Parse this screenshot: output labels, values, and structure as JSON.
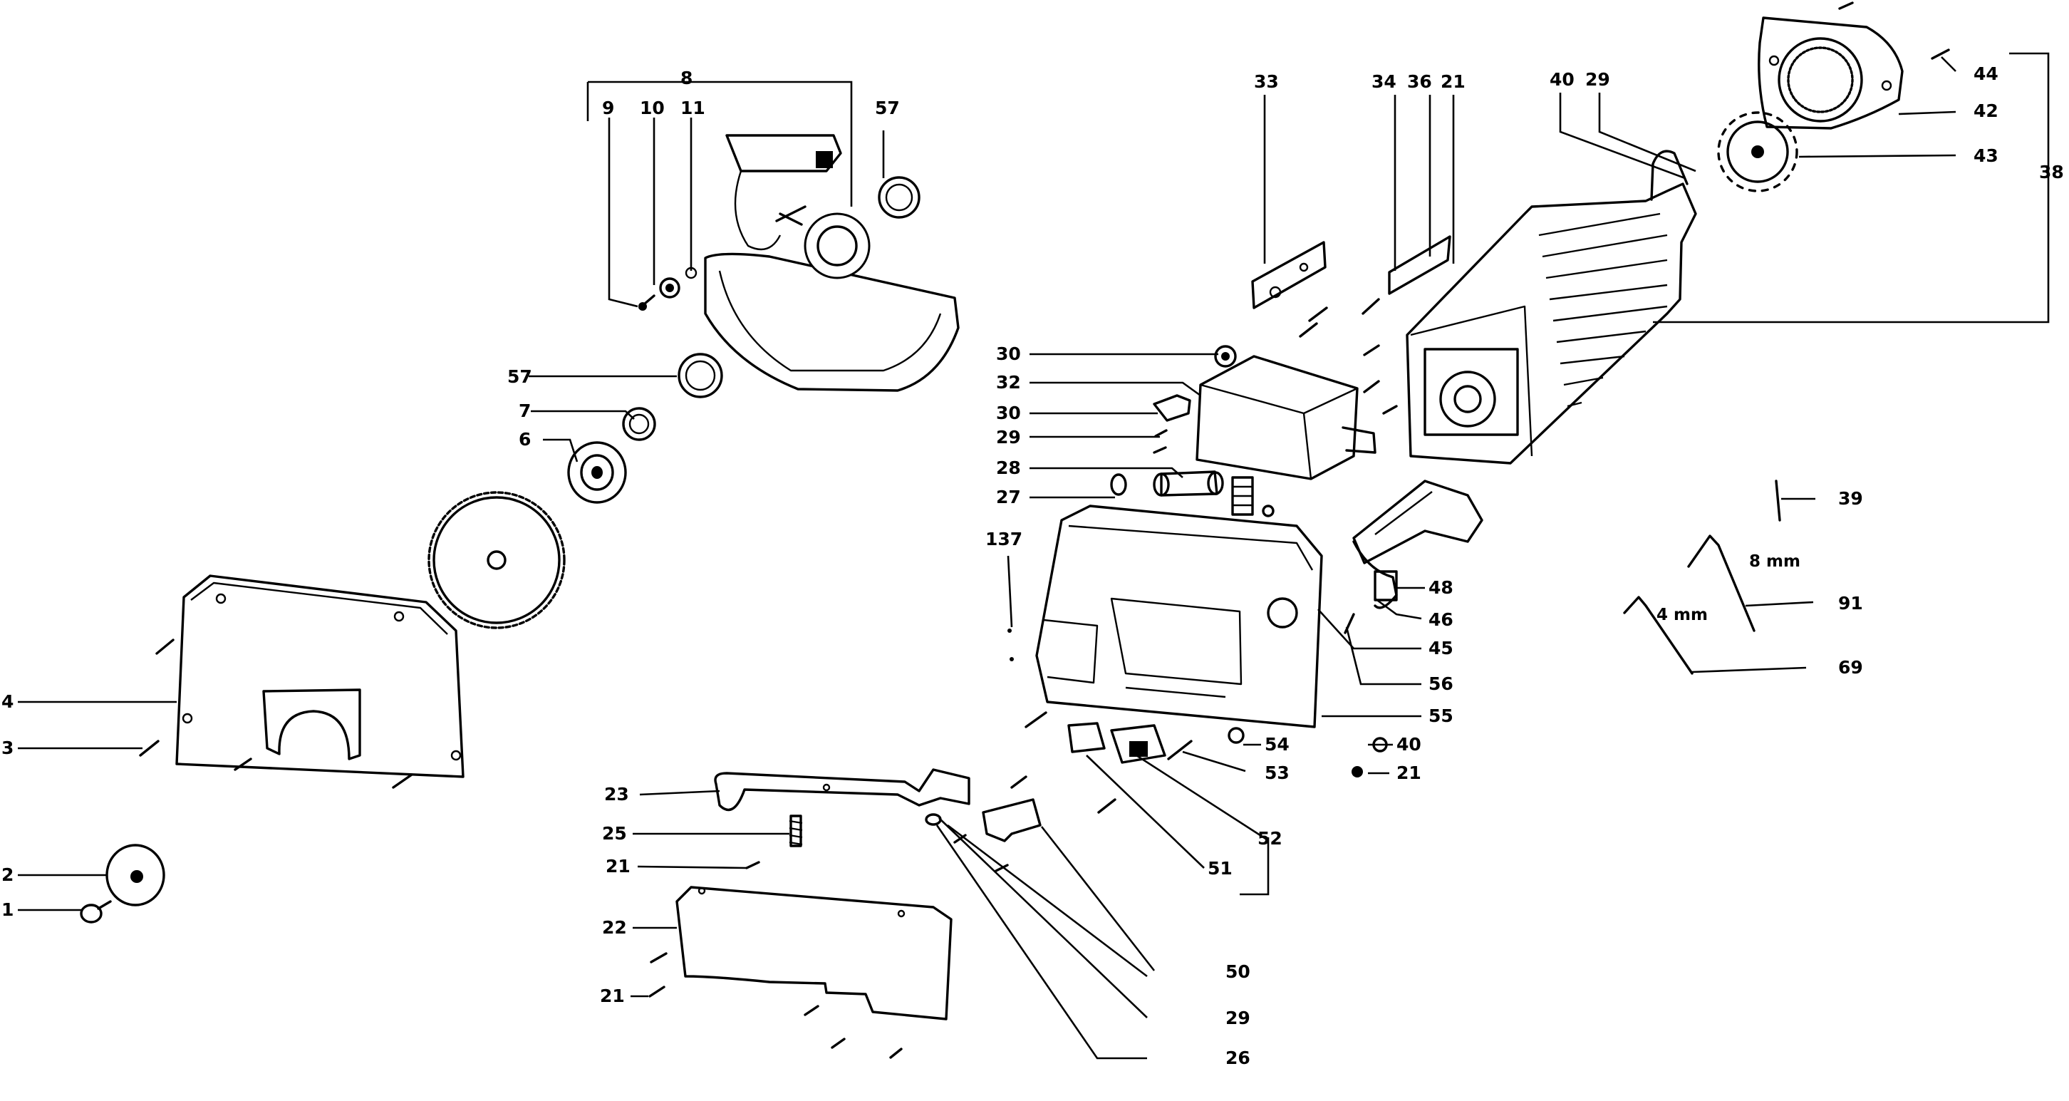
{
  "labels": {
    "l1": "1",
    "l2": "2",
    "l3": "3",
    "l4": "4",
    "l6": "6",
    "l7": "7",
    "l8": "8",
    "l9": "9",
    "l10": "10",
    "l11": "11",
    "l57a": "57",
    "l57b": "57",
    "l21a": "21",
    "l21b": "21",
    "l21c": "21",
    "l21d": "21",
    "l22": "22",
    "l23": "23",
    "l25": "25",
    "l26": "26",
    "l27": "27",
    "l28": "28",
    "l29a": "29",
    "l29b": "29",
    "l29c": "29",
    "l30a": "30",
    "l30b": "30",
    "l32": "32",
    "l33": "33",
    "l34": "34",
    "l36": "36",
    "l38": "38",
    "l39": "39",
    "l40a": "40",
    "l40b": "40",
    "l42": "42",
    "l43": "43",
    "l44": "44",
    "l45": "45",
    "l46": "46",
    "l48": "48",
    "l50": "50",
    "l51": "51",
    "l52": "52",
    "l53": "53",
    "l54": "54",
    "l55": "55",
    "l56": "56",
    "l69": "69",
    "l91": "91",
    "l137": "137",
    "key8mm": "8 mm",
    "key4mm": "4 mm"
  },
  "icons": [
    "screw-icon",
    "blade-icon",
    "motor-icon",
    "hex-key-icon"
  ]
}
